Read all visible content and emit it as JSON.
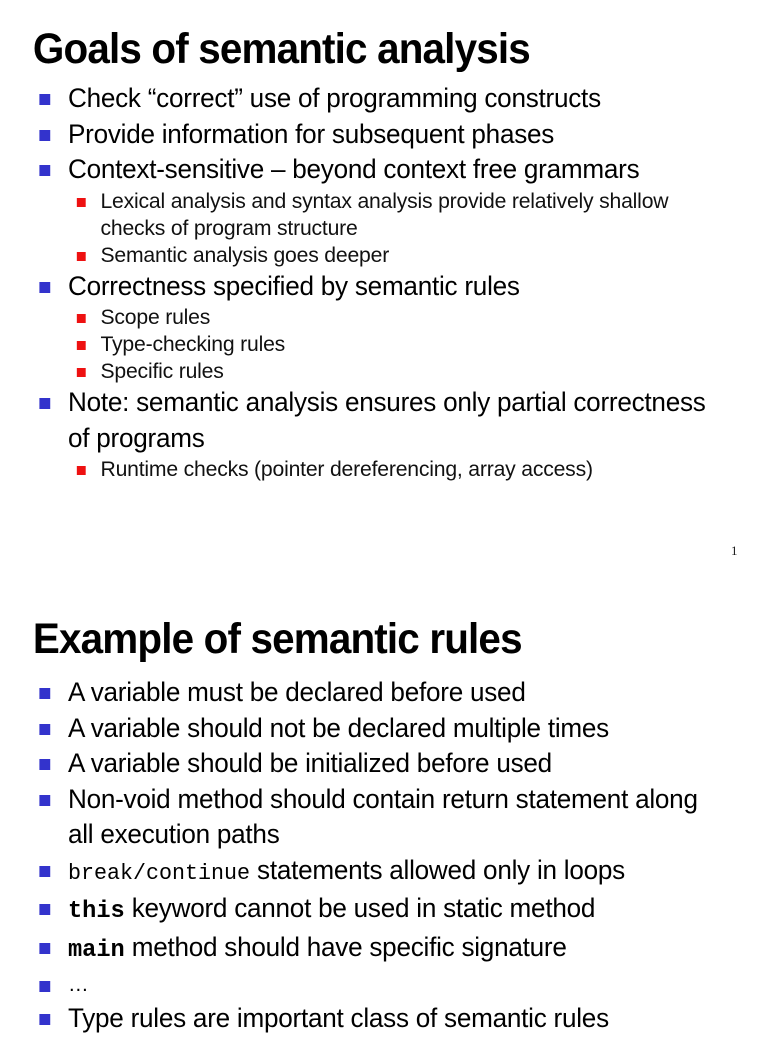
{
  "document": {
    "background_color": "#ffffff",
    "text_color": "#000000",
    "bullet_level1_color": "#3333cc",
    "bullet_level2_color": "#ee1111"
  },
  "slides": [
    {
      "title": "Goals of semantic analysis",
      "page_number": "1",
      "bullets": [
        {
          "level": 1,
          "text": "Check “correct” use of programming constructs"
        },
        {
          "level": 1,
          "text": "Provide information for subsequent phases"
        },
        {
          "level": 1,
          "text": "Context-sensitive – beyond context free grammars"
        },
        {
          "level": 2,
          "text": "Lexical analysis and syntax analysis provide relatively shallow checks of program structure"
        },
        {
          "level": 2,
          "text": "Semantic analysis goes deeper"
        },
        {
          "level": 1,
          "text": "Correctness specified by semantic rules"
        },
        {
          "level": 2,
          "text": "Scope rules"
        },
        {
          "level": 2,
          "text": "Type-checking rules"
        },
        {
          "level": 2,
          "text": "Specific rules"
        },
        {
          "level": 1,
          "text": "Note: semantic analysis ensures only partial correctness of programs"
        },
        {
          "level": 2,
          "text": "Runtime checks (pointer dereferencing, array access)"
        }
      ]
    },
    {
      "title": "Example of semantic rules",
      "bullets": [
        {
          "level": 1,
          "text": "A variable must be declared before used"
        },
        {
          "level": 1,
          "text": "A variable should not be declared multiple times"
        },
        {
          "level": 1,
          "text": "A variable should be initialized before used"
        },
        {
          "level": 1,
          "text": "Non-void method should contain return statement along all execution paths"
        },
        {
          "level": 1,
          "code": "break/continue",
          "text": " statements allowed only in loops"
        },
        {
          "level": 1,
          "code": "this",
          "text": " keyword cannot be used in static method"
        },
        {
          "level": 1,
          "code": "main",
          "text": " method should have specific signature"
        },
        {
          "level": 1,
          "text": "…"
        },
        {
          "level": 1,
          "text": "Type rules are important class of semantic rules"
        }
      ]
    }
  ]
}
